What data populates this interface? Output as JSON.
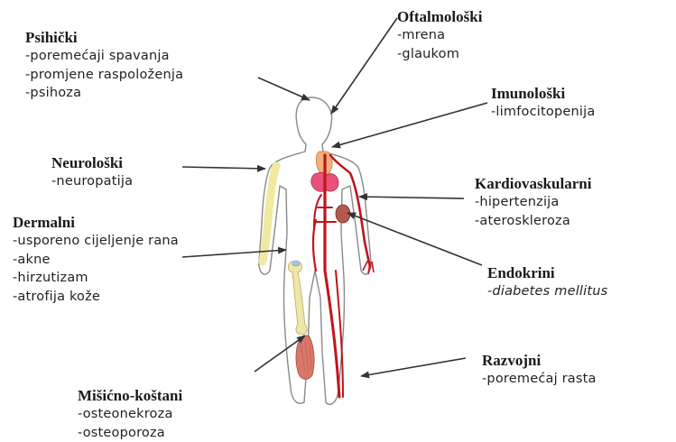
{
  "groups": [
    {
      "id": "psihicki",
      "title": "Psihički",
      "items": [
        "-poremećaji spavanja",
        "-promjene raspoloženja",
        "-psihoza"
      ]
    },
    {
      "id": "oftalmoloski",
      "title": "Oftalmološki",
      "items": [
        "-mrena",
        "-glaukom"
      ]
    },
    {
      "id": "imunoloski",
      "title": "Imunološki",
      "items": [
        "-limfocitopenija"
      ]
    },
    {
      "id": "neuroloski",
      "title": "Neurološki",
      "items": [
        "-neuropatija"
      ]
    },
    {
      "id": "kardiovaskularni",
      "title": "Kardiovaskularni",
      "items": [
        "-hipertenzija",
        "-ateroskleroza"
      ]
    },
    {
      "id": "dermalni",
      "title": "Dermalni",
      "items": [
        "-usporeno cijeljenje rana",
        "-akne",
        "-hirzutizam",
        "-atrofija kože"
      ]
    },
    {
      "id": "endokrini",
      "title": "Endokrini",
      "items": [
        "-diabetes mellitus"
      ]
    },
    {
      "id": "razvojni",
      "title": "Razvojni",
      "items": [
        "-poremećaj rasta"
      ]
    },
    {
      "id": "misicno-kostani",
      "title": "Mišićno-koštani",
      "items": [
        "-osteonekroza",
        "-osteoporoza"
      ]
    }
  ],
  "colors": {
    "text": "#1a1a1a",
    "arrow": "#333333",
    "body_outline": "#8a8a8a",
    "nerves": "#f2e9a0",
    "blood_vessels": "#c0141c",
    "heart": "#e8527a",
    "bone": "#f0e6a8",
    "muscle": "#d9786a",
    "thymus": "#f2b07a",
    "kidney": "#b5584e"
  }
}
